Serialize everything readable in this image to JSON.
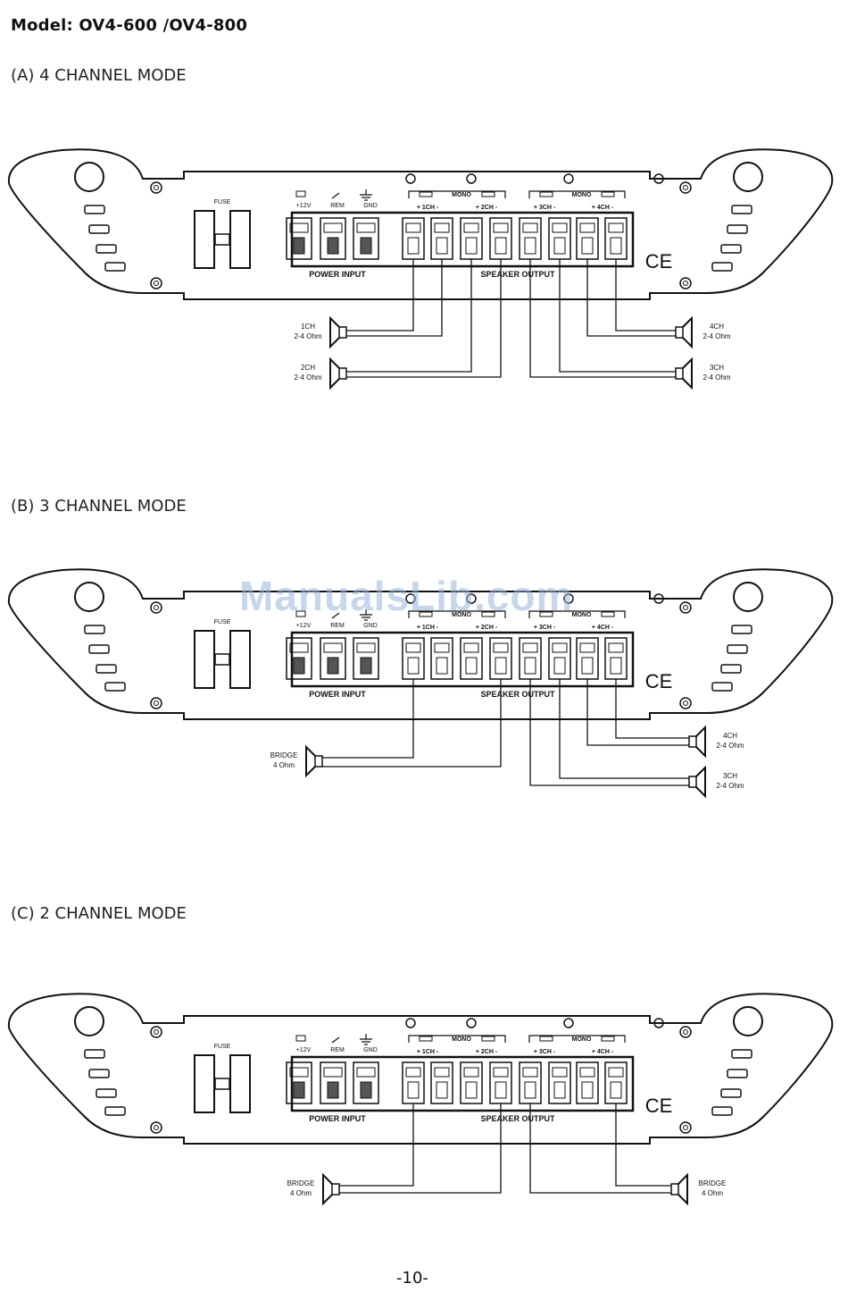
{
  "model": "Model: OV4-600 /OV4-800",
  "page_number": "-10-",
  "watermark": "ManualsLib.com",
  "amp_labels": {
    "fuse": "FUSE",
    "power_terminals": [
      "+12V",
      "REM",
      "GND"
    ],
    "mono": "MONO",
    "channels": [
      "+ 1CH -",
      "+ 2CH -",
      "+ 3CH -",
      "+ 4CH -"
    ],
    "power_input": "POWER INPUT",
    "speaker_output": "SPEAKER OUTPUT",
    "ce": "CE"
  },
  "modes": {
    "a": {
      "title": "(A) 4 CHANNEL MODE",
      "speakers": [
        {
          "name": "1CH",
          "impedance": "2-4 Ohm"
        },
        {
          "name": "2CH",
          "impedance": "2-4 Ohm"
        },
        {
          "name": "4CH",
          "impedance": "2-4 Ohm"
        },
        {
          "name": "3CH",
          "impedance": "2-4 Ohm"
        }
      ]
    },
    "b": {
      "title": "(B) 3 CHANNEL MODE",
      "speakers": [
        {
          "name": "BRIDGE",
          "impedance": "4 Ohm"
        },
        {
          "name": "4CH",
          "impedance": "2-4 Ohm"
        },
        {
          "name": "3CH",
          "impedance": "2-4 Ohm"
        }
      ]
    },
    "c": {
      "title": "(C) 2 CHANNEL MODE",
      "speakers": [
        {
          "name": "BRIDGE",
          "impedance": "4 Ohm"
        },
        {
          "name": "BRIDGE",
          "impedance": "4 Ohm"
        }
      ]
    }
  }
}
